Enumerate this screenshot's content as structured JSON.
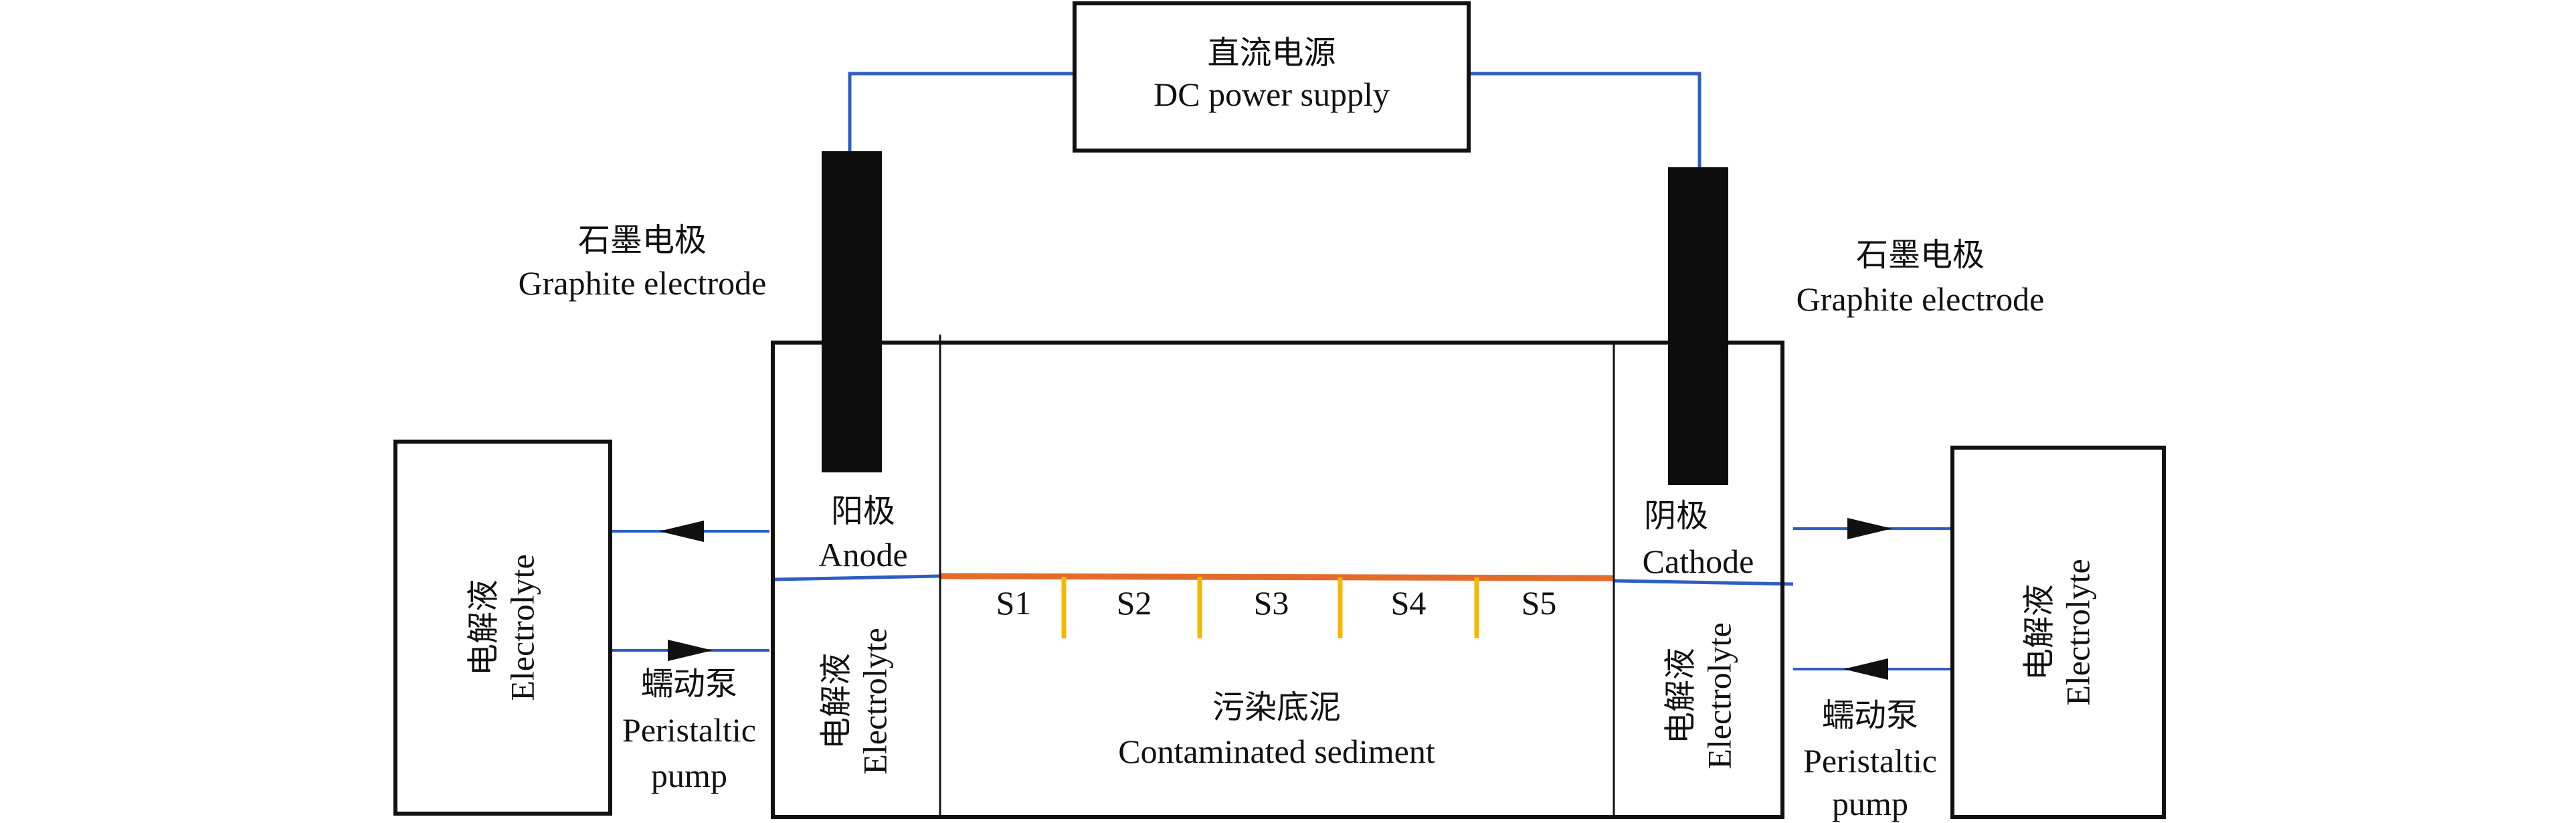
{
  "power_supply": {
    "zh": "直流电源",
    "en": "DC power supply"
  },
  "electrode_left": {
    "zh": "石墨电极",
    "en": "Graphite electrode"
  },
  "electrode_right": {
    "zh": "石墨电极",
    "en": "Graphite electrode"
  },
  "anode": {
    "zh": "阳极",
    "en": "Anode"
  },
  "cathode": {
    "zh": "阴极",
    "en": "Cathode"
  },
  "reservoir_left": {
    "zh": "电解液",
    "en": "Electrolyte"
  },
  "reservoir_right": {
    "zh": "电解液",
    "en": "Electrolyte"
  },
  "chamber_left": {
    "zh": "电解液",
    "en": "Electrolyte"
  },
  "chamber_right": {
    "zh": "电解液",
    "en": "Electrolyte"
  },
  "pump_left": {
    "zh": "蠕动泵",
    "en1": "Peristaltic",
    "en2": "pump"
  },
  "pump_right": {
    "zh": "蠕动泵",
    "en1": "Peristaltic",
    "en2": "pump"
  },
  "sediment": {
    "zh": "污染底泥",
    "en": "Contaminated sediment"
  },
  "sections": [
    "S1",
    "S2",
    "S3",
    "S4",
    "S5"
  ],
  "colors": {
    "wire": "#2f5ec2",
    "sediment_line": "#e36c2c",
    "section_marker": "#f5b800",
    "outline": "#111111"
  }
}
